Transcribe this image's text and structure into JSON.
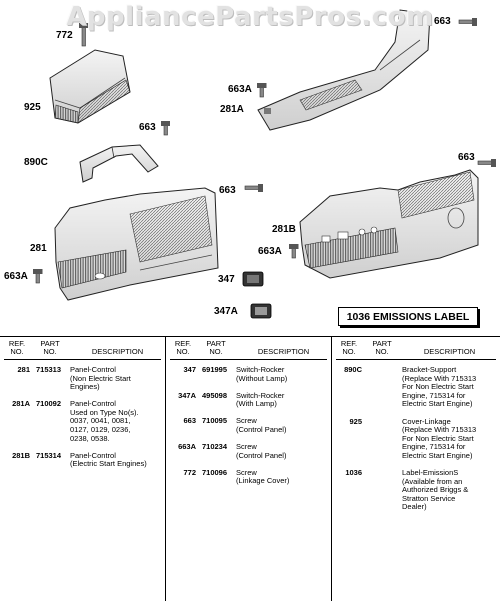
{
  "watermark": "AppliancePartsPros.com",
  "callouts": [
    {
      "id": "772",
      "label": "772"
    },
    {
      "id": "925",
      "label": "925"
    },
    {
      "id": "663-a",
      "label": "663"
    },
    {
      "id": "890C",
      "label": "890C"
    },
    {
      "id": "663-b",
      "label": "663"
    },
    {
      "id": "281",
      "label": "281"
    },
    {
      "id": "663A-a",
      "label": "663A"
    },
    {
      "id": "663-c",
      "label": "663"
    },
    {
      "id": "663A-b",
      "label": "663A"
    },
    {
      "id": "281A",
      "label": "281A"
    },
    {
      "id": "663-d",
      "label": "663"
    },
    {
      "id": "281B",
      "label": "281B"
    },
    {
      "id": "663A-c",
      "label": "663A"
    },
    {
      "id": "347",
      "label": "347"
    },
    {
      "id": "347A",
      "label": "347A"
    }
  ],
  "emissions_label": "1036 EMISSIONS LABEL",
  "table": {
    "headers": {
      "ref": [
        "REF.",
        "NO."
      ],
      "part": [
        "PART",
        "NO."
      ],
      "desc": "DESCRIPTION"
    },
    "columns": [
      [
        {
          "ref": "281",
          "part": "715313",
          "desc": [
            "Panel-Control",
            "(Non Electric Start",
            "Engines)"
          ]
        },
        {
          "ref": "281A",
          "part": "710092",
          "desc": [
            "Panel-Control",
            "Used on Type No(s).",
            "0037, 0041, 0081,",
            "0127, 0129, 0236,",
            "0238, 0538."
          ]
        },
        {
          "ref": "281B",
          "part": "715314",
          "desc": [
            "Panel-Control",
            "(Electric Start Engines)"
          ]
        }
      ],
      [
        {
          "ref": "347",
          "part": "691995",
          "desc": [
            "Switch-Rocker",
            "(Without Lamp)"
          ]
        },
        {
          "ref": "347A",
          "part": "495098",
          "desc": [
            "Switch-Rocker",
            "(With Lamp)"
          ]
        },
        {
          "ref": "663",
          "part": "710095",
          "desc": [
            "Screw",
            "(Control Panel)"
          ]
        },
        {
          "ref": "663A",
          "part": "710234",
          "desc": [
            "Screw",
            "(Control Panel)"
          ]
        },
        {
          "ref": "772",
          "part": "710096",
          "desc": [
            "Screw",
            "(Linkage Cover)"
          ]
        }
      ],
      [
        {
          "ref": "890C",
          "part": "",
          "desc": [
            "Bracket-Support",
            "(Replace With 715313",
            "For Non Electric Start",
            "Engine, 715314 for",
            "Electric Start Engine)"
          ]
        },
        {
          "ref": "925",
          "part": "",
          "desc": [
            "Cover-Linkage",
            "(Replace With 715313",
            "For Non Electric Start",
            "Engine, 715314 for",
            "Electric Start Engine)"
          ]
        },
        {
          "ref": "1036",
          "part": "",
          "desc": [
            "Label-EmissionS",
            "(Available from an",
            "Authorized Briggs &",
            "Stratton Service",
            "Dealer)"
          ]
        }
      ]
    ]
  }
}
